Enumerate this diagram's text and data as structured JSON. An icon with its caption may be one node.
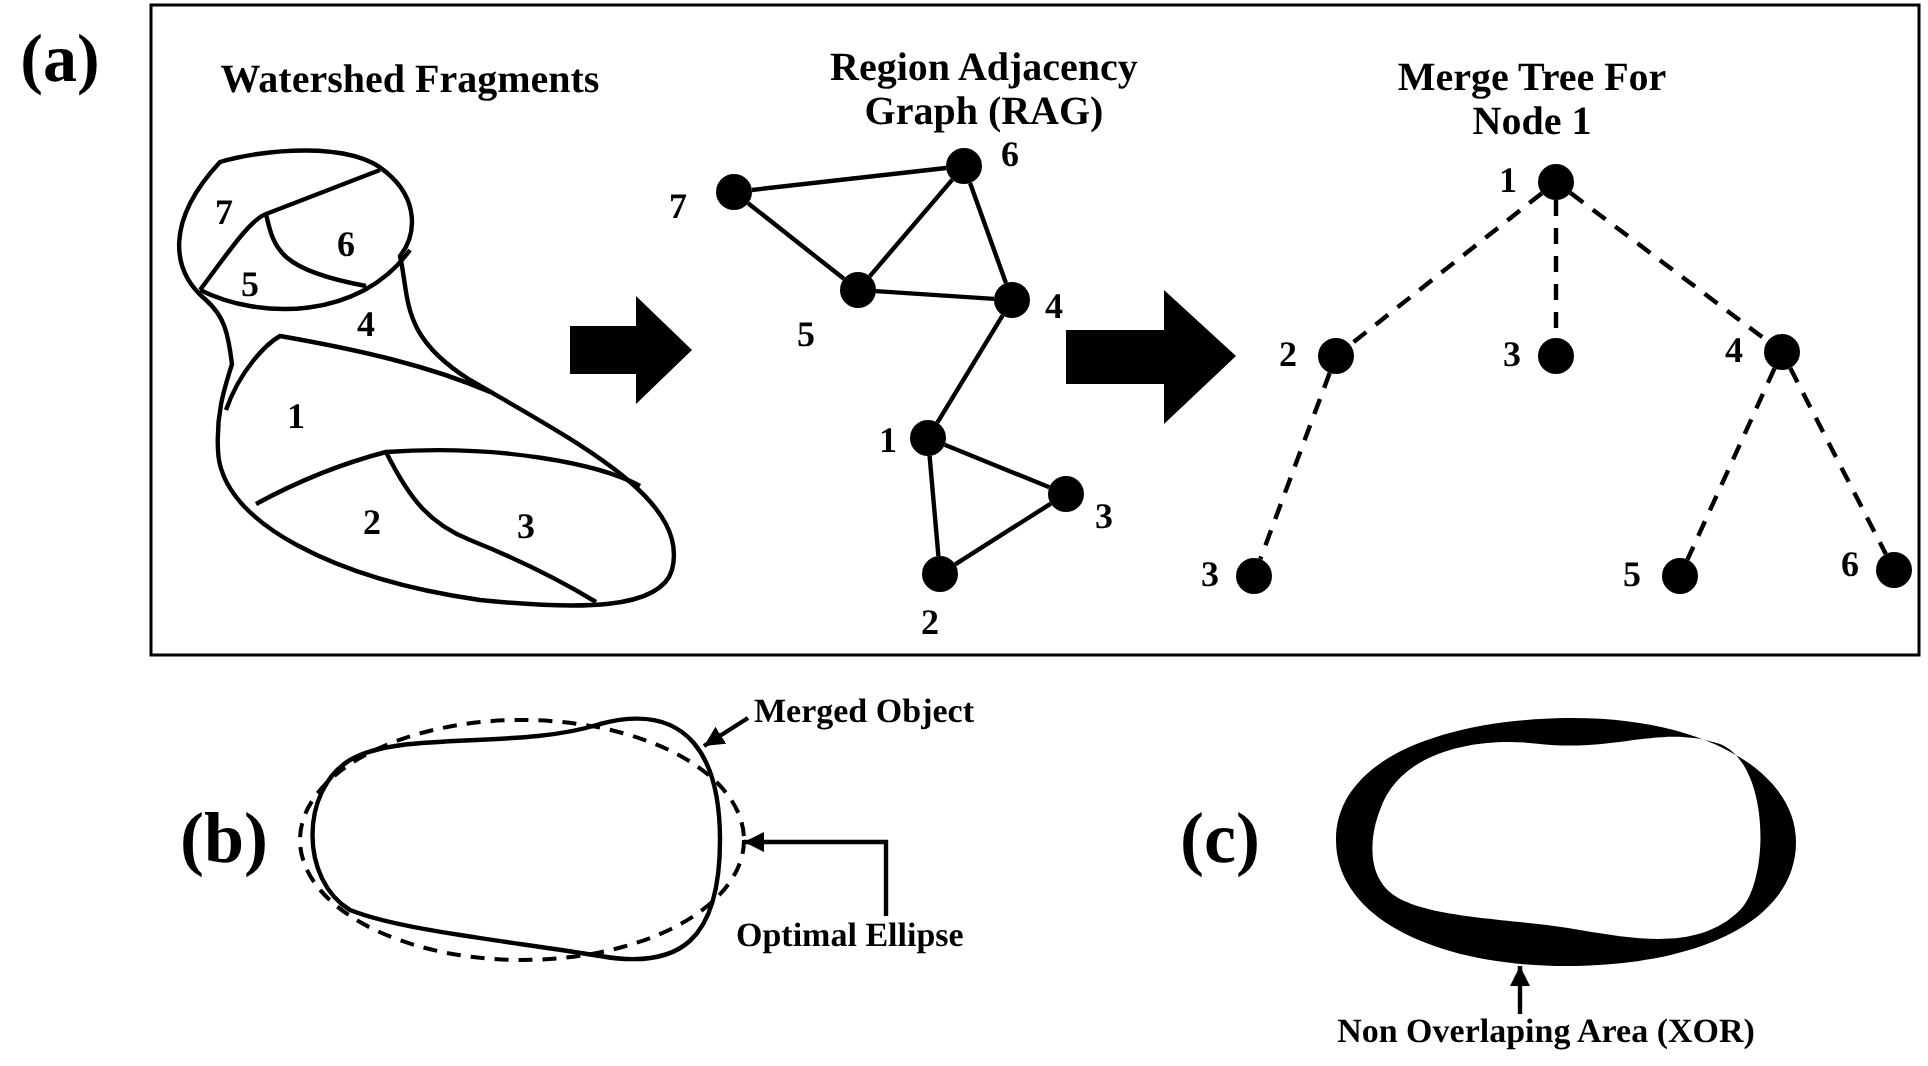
{
  "diagram": {
    "nodes": [
      {
        "text": [],
        "shape": "circle",
        "beside": [
          "6"
        ]
      },
      {
        "text": [],
        "shape": "circle",
        "beside": [
          "7"
        ]
      },
      {
        "text": [],
        "shape": "circle",
        "beside": [
          "5"
        ]
      },
      {
        "text": [],
        "shape": "circle",
        "beside": [
          "4"
        ]
      },
      {
        "text": [],
        "shape": "circle",
        "beside": [
          "1"
        ]
      },
      {
        "text": [],
        "shape": "circle",
        "beside": [
          "3"
        ]
      },
      {
        "text": [],
        "shape": "circle",
        "beside": [
          "2"
        ]
      },
      {
        "text": [],
        "shape": "circle",
        "beside": [
          "1"
        ]
      },
      {
        "text": [],
        "shape": "circle",
        "beside": [
          "2"
        ]
      },
      {
        "text": [],
        "shape": "circle",
        "beside": [
          "3"
        ]
      },
      {
        "text": [],
        "shape": "circle",
        "beside": [
          "4"
        ]
      },
      {
        "text": [],
        "shape": "circle",
        "beside": [
          "3"
        ]
      },
      {
        "text": [],
        "shape": "circle",
        "beside": [
          "5"
        ]
      },
      {
        "text": [],
        "shape": "circle",
        "beside": [
          "6"
        ]
      },
      {
        "text": [
          "Merged Object"
        ]
      },
      {
        "text": [],
        "shape": "ellipse"
      },
      {
        "text": [],
        "shape": "blob"
      },
      {
        "text": [
          "Optimal Ellipse"
        ]
      },
      {
        "text": [],
        "shape": "picture"
      },
      {
        "text": [
          "Non Overlaping Area (XOR)"
        ]
      }
    ],
    "edges": [
      {
        "from": 0,
        "to": 1,
        "arrow": "none"
      },
      {
        "from": 1,
        "to": 2,
        "arrow": "none"
      },
      {
        "from": 2,
        "to": 0,
        "arrow": "none"
      },
      {
        "from": 2,
        "to": 3,
        "arrow": "none"
      },
      {
        "from": 0,
        "to": 3,
        "arrow": "none"
      },
      {
        "from": 3,
        "to": 4,
        "arrow": "none"
      },
      {
        "from": 4,
        "to": 5,
        "arrow": "none"
      },
      {
        "from": 4,
        "to": 6,
        "arrow": "none"
      },
      {
        "from": 5,
        "to": 6,
        "arrow": "none"
      },
      {
        "from": 7,
        "to": 8,
        "arrow": "none",
        "style": "dashed"
      },
      {
        "from": 7,
        "to": 9,
        "arrow": "none",
        "style": "dashed"
      },
      {
        "from": 7,
        "to": 10,
        "arrow": "none",
        "style": "dashed"
      },
      {
        "from": 8,
        "to": 11,
        "arrow": "none",
        "style": "dashed"
      },
      {
        "from": 10,
        "to": 12,
        "arrow": "none",
        "style": "dashed"
      },
      {
        "from": 10,
        "to": 13,
        "arrow": "none",
        "style": "dashed"
      },
      {
        "from": 14,
        "to": 16,
        "arrow": "to"
      },
      {
        "from": 17,
        "to": 15,
        "arrow": "to"
      },
      {
        "from": 19,
        "to": 18,
        "arrow": "to"
      }
    ],
    "labels": [
      "(a)",
      "Watershed Fragments",
      "Region Adjacency Graph (RAG)",
      "Merge Tree For Node 1",
      "7",
      "6",
      "5",
      "4",
      "1",
      "2",
      "3",
      "(b)",
      "(c)"
    ]
  }
}
